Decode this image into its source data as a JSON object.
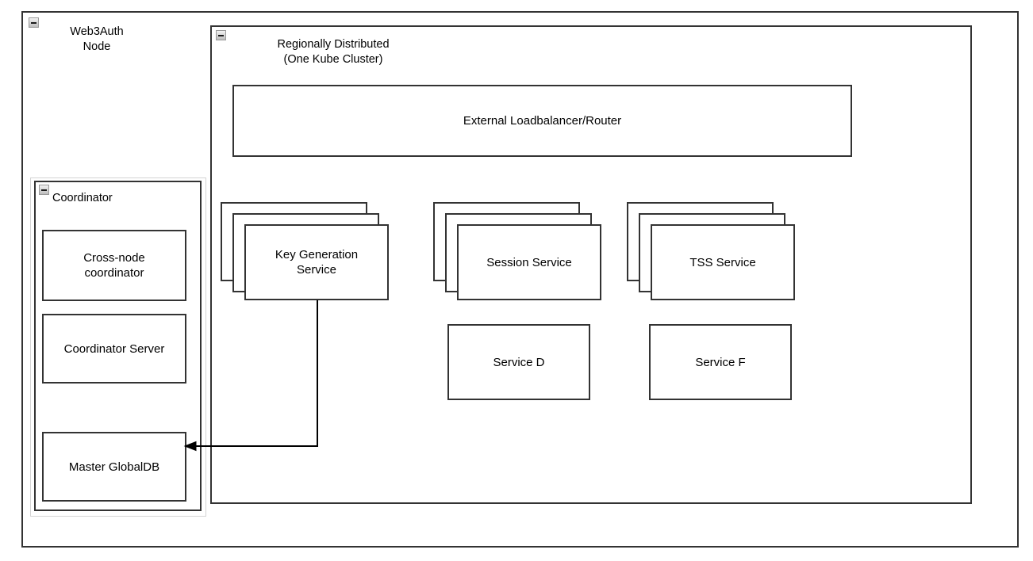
{
  "diagram": {
    "type": "architecture-diagram",
    "background": "#ffffff",
    "stroke_color": "#333333",
    "text_color": "#000000",
    "frame_shadow_color": "#d4d4d4"
  },
  "outer_frame": {
    "name": "web3auth-node",
    "title": "Web3Auth\nNode",
    "collapse_icon": "collapse-minus-icon"
  },
  "kube_cluster": {
    "name": "regionally-distributed",
    "title": "Regionally Distributed\n(One Kube Cluster)",
    "collapse_icon": "collapse-minus-icon"
  },
  "coordinator": {
    "name": "coordinator",
    "title": "Coordinator",
    "collapse_icon": "collapse-minus-icon",
    "children": [
      {
        "label": "Cross-node\ncoordinator"
      },
      {
        "label": "Coordinator Server"
      },
      {
        "label": "Master GlobalDB"
      }
    ]
  },
  "loadbalancer": {
    "label": "External Loadbalancer/Router"
  },
  "stacked_services": [
    {
      "label": "Key Generation\nService",
      "replicas": 3
    },
    {
      "label": "Session Service",
      "replicas": 3
    },
    {
      "label": "TSS Service",
      "replicas": 3
    }
  ],
  "plain_services": [
    {
      "label": "Service D"
    },
    {
      "label": "Service F"
    }
  ],
  "connectors": [
    {
      "name": "keygen-to-masterdb",
      "from": "Key Generation Service",
      "to": "Master GlobalDB",
      "arrow": "end"
    }
  ]
}
